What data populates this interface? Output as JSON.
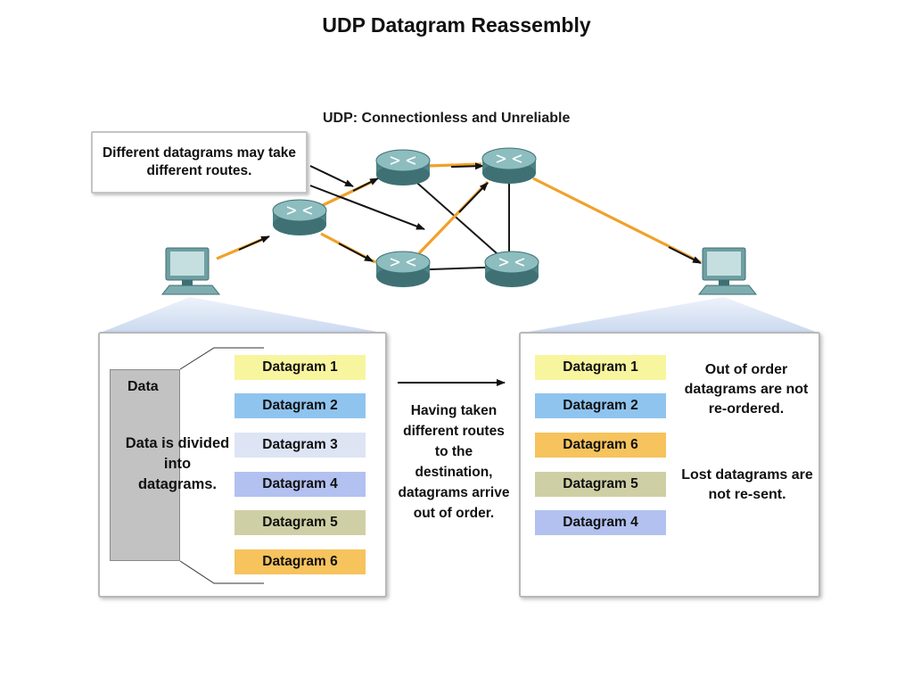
{
  "title": "UDP Datagram Reassembly",
  "network_title": "UDP: Connectionless and Unreliable",
  "callout": "Different datagrams may take different routes.",
  "data_label": "Data",
  "data_desc": "Data is divided into datagrams.",
  "transit_note": "Having taken different routes to the destination, datagrams arrive out of order.",
  "sent_datagrams": [
    {
      "label": "Datagram 1",
      "color": "#f8f59f"
    },
    {
      "label": "Datagram 2",
      "color": "#8fc4ef"
    },
    {
      "label": "Datagram 3",
      "color": "#dde4f3"
    },
    {
      "label": "Datagram 4",
      "color": "#b2c1ef"
    },
    {
      "label": "Datagram 5",
      "color": "#cfcfa5"
    },
    {
      "label": "Datagram 6",
      "color": "#f6c35d"
    }
  ],
  "received_datagrams": [
    {
      "label": "Datagram 1",
      "color": "#f8f59f"
    },
    {
      "label": "Datagram 2",
      "color": "#8fc4ef"
    },
    {
      "label": "Datagram 6",
      "color": "#f6c35d"
    },
    {
      "label": "Datagram 5",
      "color": "#cfcfa5"
    },
    {
      "label": "Datagram 4",
      "color": "#b2c1ef"
    }
  ],
  "note_order": "Out of order datagrams are not re-ordered.",
  "note_lost": "Lost datagrams are not re-sent.",
  "colors": {
    "route_link": "#f0a12a",
    "plain_link": "#1a1a1a",
    "router_body": "#4f8488",
    "router_top": "#8dbdbf",
    "computer": "#6f9fa2",
    "zoom_cone": "#dbe6f5"
  }
}
